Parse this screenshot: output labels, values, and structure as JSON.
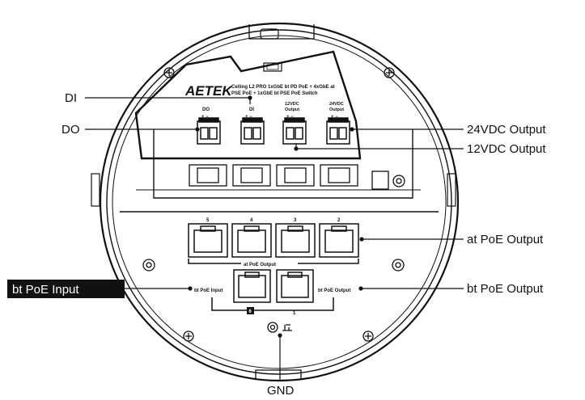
{
  "device": {
    "brand": "AETEK",
    "description_line1": "Ceiling L2 PRO 1xGbE bt PD PoE + 4xGbE at",
    "description_line2": "PSE PoE + 1xGbE bt PSE PoE Switch",
    "terminal_labels": {
      "do": "DO",
      "di": "DI",
      "out12_line1": "12VDC",
      "out12_line2": "Output",
      "out24_line1": "24VDC",
      "out24_line2": "Output",
      "plus_minus": "+  −"
    },
    "port_numbers": [
      "5",
      "4",
      "3",
      "2"
    ],
    "at_group_label": "at PoE Output",
    "bt_input_label": "bt PoE Input",
    "bt_output_label": "bt PoE Output",
    "port_6_label": "6",
    "port_1_label": "1"
  },
  "callouts": {
    "di": "DI",
    "do": "DO",
    "out24": "24VDC Output",
    "out12": "12VDC Output",
    "at_poe_output": "at PoE Output",
    "bt_poe_input": "bt PoE Input",
    "bt_poe_output": "bt PoE Output",
    "gnd": "GND"
  },
  "colors": {
    "line": "#111111",
    "background": "#ffffff",
    "highlight_bg": "#111111",
    "highlight_text": "#ffffff"
  }
}
